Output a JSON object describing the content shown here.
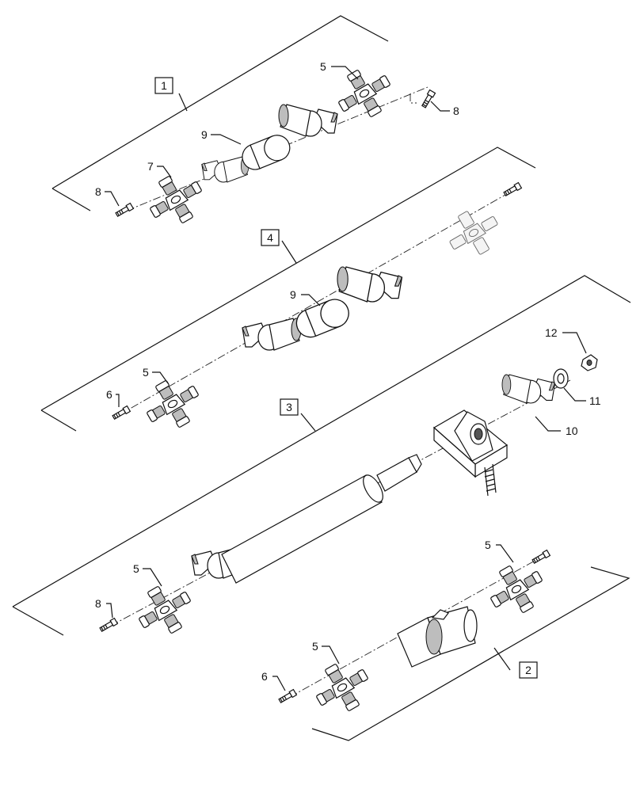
{
  "assemblies": [
    {
      "key": "a1",
      "label": "1"
    },
    {
      "key": "a2",
      "label": "2"
    },
    {
      "key": "a3",
      "label": "3"
    },
    {
      "key": "a4",
      "label": "4"
    }
  ],
  "callouts": [
    {
      "key": "c1",
      "label": "5"
    },
    {
      "key": "c2",
      "label": "8"
    },
    {
      "key": "c3",
      "label": "9"
    },
    {
      "key": "c4",
      "label": "7"
    },
    {
      "key": "c5",
      "label": "8"
    },
    {
      "key": "c6",
      "label": "9"
    },
    {
      "key": "c7",
      "label": "5"
    },
    {
      "key": "c8",
      "label": "6"
    },
    {
      "key": "c9",
      "label": "12"
    },
    {
      "key": "c10",
      "label": "11"
    },
    {
      "key": "c11",
      "label": "10"
    },
    {
      "key": "c12",
      "label": "5"
    },
    {
      "key": "c13",
      "label": "8"
    },
    {
      "key": "c14",
      "label": "5"
    },
    {
      "key": "c15",
      "label": "5"
    },
    {
      "key": "c16",
      "label": "6"
    }
  ]
}
